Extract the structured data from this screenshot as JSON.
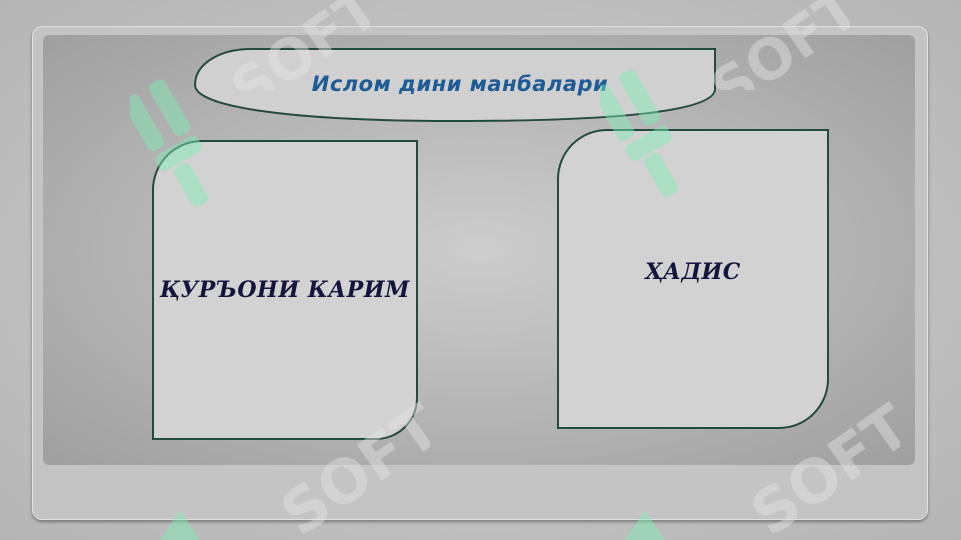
{
  "title": "Ислом дини манбалари",
  "cards": [
    {
      "label": "ҚУРЪОНИ КАРИМ"
    },
    {
      "label": "ҲАДИС"
    }
  ],
  "watermark": {
    "text": "SOFT",
    "icon": "logo-icon",
    "color": "#7ef0b4"
  },
  "colors": {
    "title_text": "#1f5c95",
    "card_text": "#14143c",
    "card_border": "#244a40",
    "card_fill": "#d2d2d2"
  }
}
